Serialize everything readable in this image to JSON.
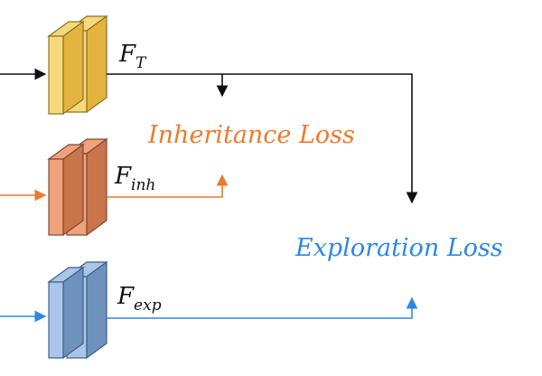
{
  "features": {
    "teacher": {
      "symbol": "F",
      "subscript": "T"
    },
    "inheritance": {
      "symbol": "F",
      "subscript": "inh"
    },
    "exploration": {
      "symbol": "F",
      "subscript": "exp"
    }
  },
  "losses": {
    "inheritance": "Inheritance Loss",
    "exploration": "Exploration Loss"
  },
  "colors": {
    "teacher_front": "#F6D97A",
    "teacher_side": "#E2B43E",
    "teacher_stroke": "#8C7022",
    "inheritance_front": "#EFA27C",
    "inheritance_side": "#C9744B",
    "inheritance_stroke": "#7E4A30",
    "exploration_front": "#A9C6E8",
    "exploration_side": "#6E91BD",
    "exploration_stroke": "#3F5E86",
    "inheritance_accent": "#EE7A2C",
    "exploration_accent": "#2E87E6",
    "teacher_line": "#111111"
  }
}
